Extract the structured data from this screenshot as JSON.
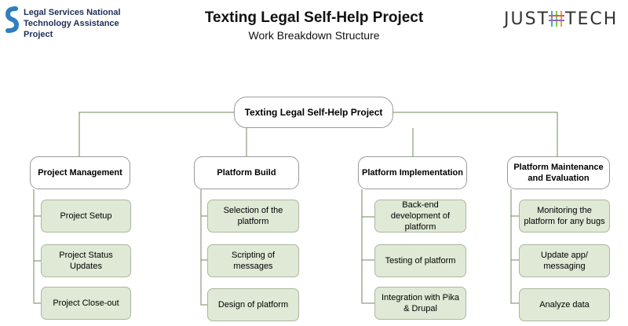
{
  "header": {
    "org_logo_text": "Legal Services National Technology Assistance Project",
    "title": "Texting Legal Self-Help Project",
    "subtitle": "Work Breakdown Structure",
    "partner_logo_left": "JUST",
    "partner_logo_right": "TECH"
  },
  "colors": {
    "leaf_fill": "#dfe9d5",
    "connector": "#6f8a5e",
    "org_logo_blue": "#2f7ec1"
  },
  "wbs": {
    "root": "Texting Legal Self-Help Project",
    "branches": [
      {
        "label": "Project Management",
        "tasks": [
          "Project Setup",
          "Project Status Updates",
          "Project Close-out"
        ]
      },
      {
        "label": "Platform Build",
        "tasks": [
          "Selection of the platform",
          "Scripting of messages",
          "Design of platform"
        ]
      },
      {
        "label": "Platform Implementation",
        "tasks": [
          "Back-end development of platform",
          "Testing of platform",
          "Integration with Pika & Drupal"
        ]
      },
      {
        "label": "Platform Maintenance and Evaluation",
        "tasks": [
          "Monitoring the platform for any bugs",
          "Update app/ messaging",
          "Analyze data"
        ]
      }
    ]
  }
}
